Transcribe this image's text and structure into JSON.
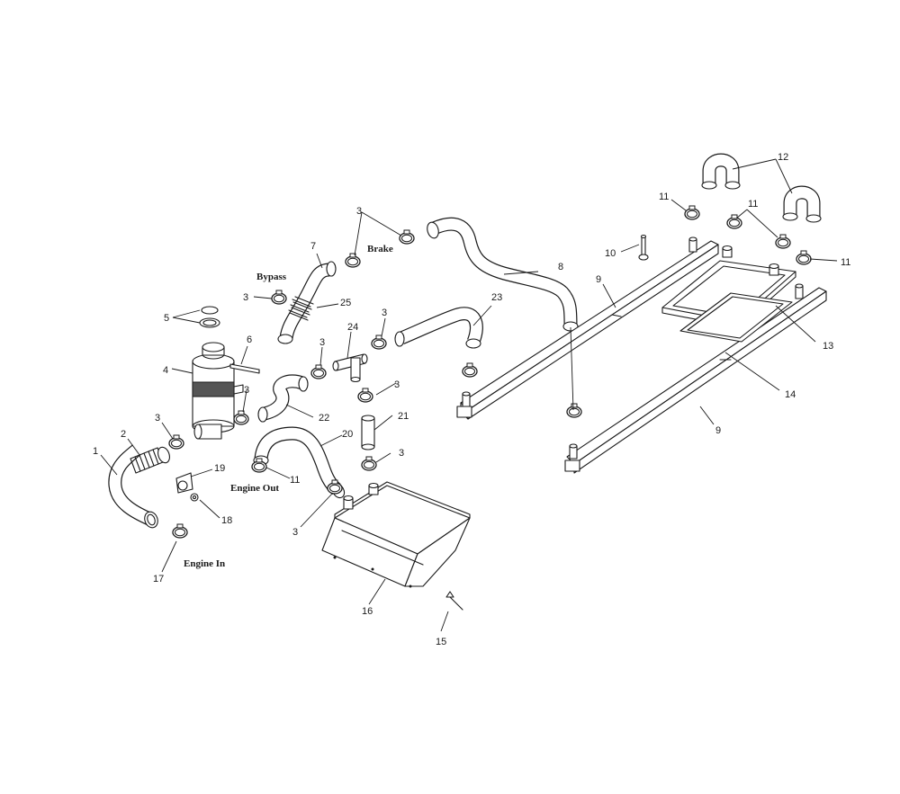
{
  "labels": {
    "bypass": "Bypass",
    "brake": "Brake",
    "engine_out": "Engine Out",
    "engine_in": "Engine In"
  },
  "callouts": {
    "c1": "1",
    "c2": "2",
    "c3a": "3",
    "c3b": "3",
    "c3c": "3",
    "c3d": "3",
    "c3e": "3",
    "c3f": "3",
    "c3g": "3",
    "c3h": "3",
    "c3i": "3",
    "c4": "4",
    "c5": "5",
    "c6": "6",
    "c7": "7",
    "c8": "8",
    "c9a": "9",
    "c9b": "9",
    "c10": "10",
    "c11a": "11",
    "c11b": "11",
    "c11c": "11",
    "c11d": "11",
    "c12": "12",
    "c13": "13",
    "c14": "14",
    "c15": "15",
    "c16": "16",
    "c17": "17",
    "c18": "18",
    "c19": "19",
    "c20": "20",
    "c21": "21",
    "c22": "22",
    "c23": "23",
    "c24": "24",
    "c25": "25"
  }
}
